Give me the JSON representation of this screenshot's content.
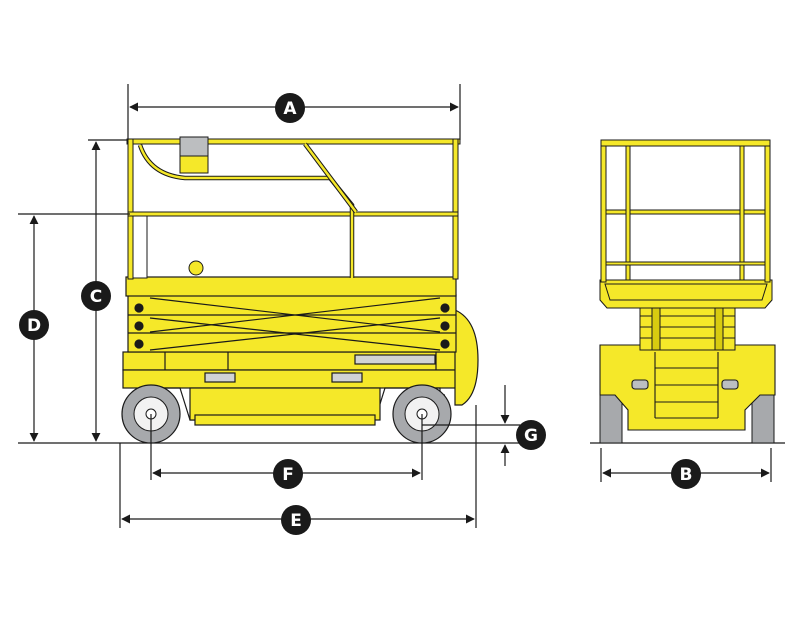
{
  "colors": {
    "body": "#f5e829",
    "body_dark": "#d8cb10",
    "outline": "#1a1a1a",
    "tire": "#a7a9ac",
    "hub": "#f2f2f2",
    "dim_line": "#1a1a1a",
    "label_fill": "#1a1a1a",
    "label_text": "#ffffff",
    "cable": "#b9bbbd"
  },
  "dimension_labels": {
    "A": "A",
    "B": "B",
    "C": "C",
    "D": "D",
    "E": "E",
    "F": "F",
    "G": "G"
  }
}
